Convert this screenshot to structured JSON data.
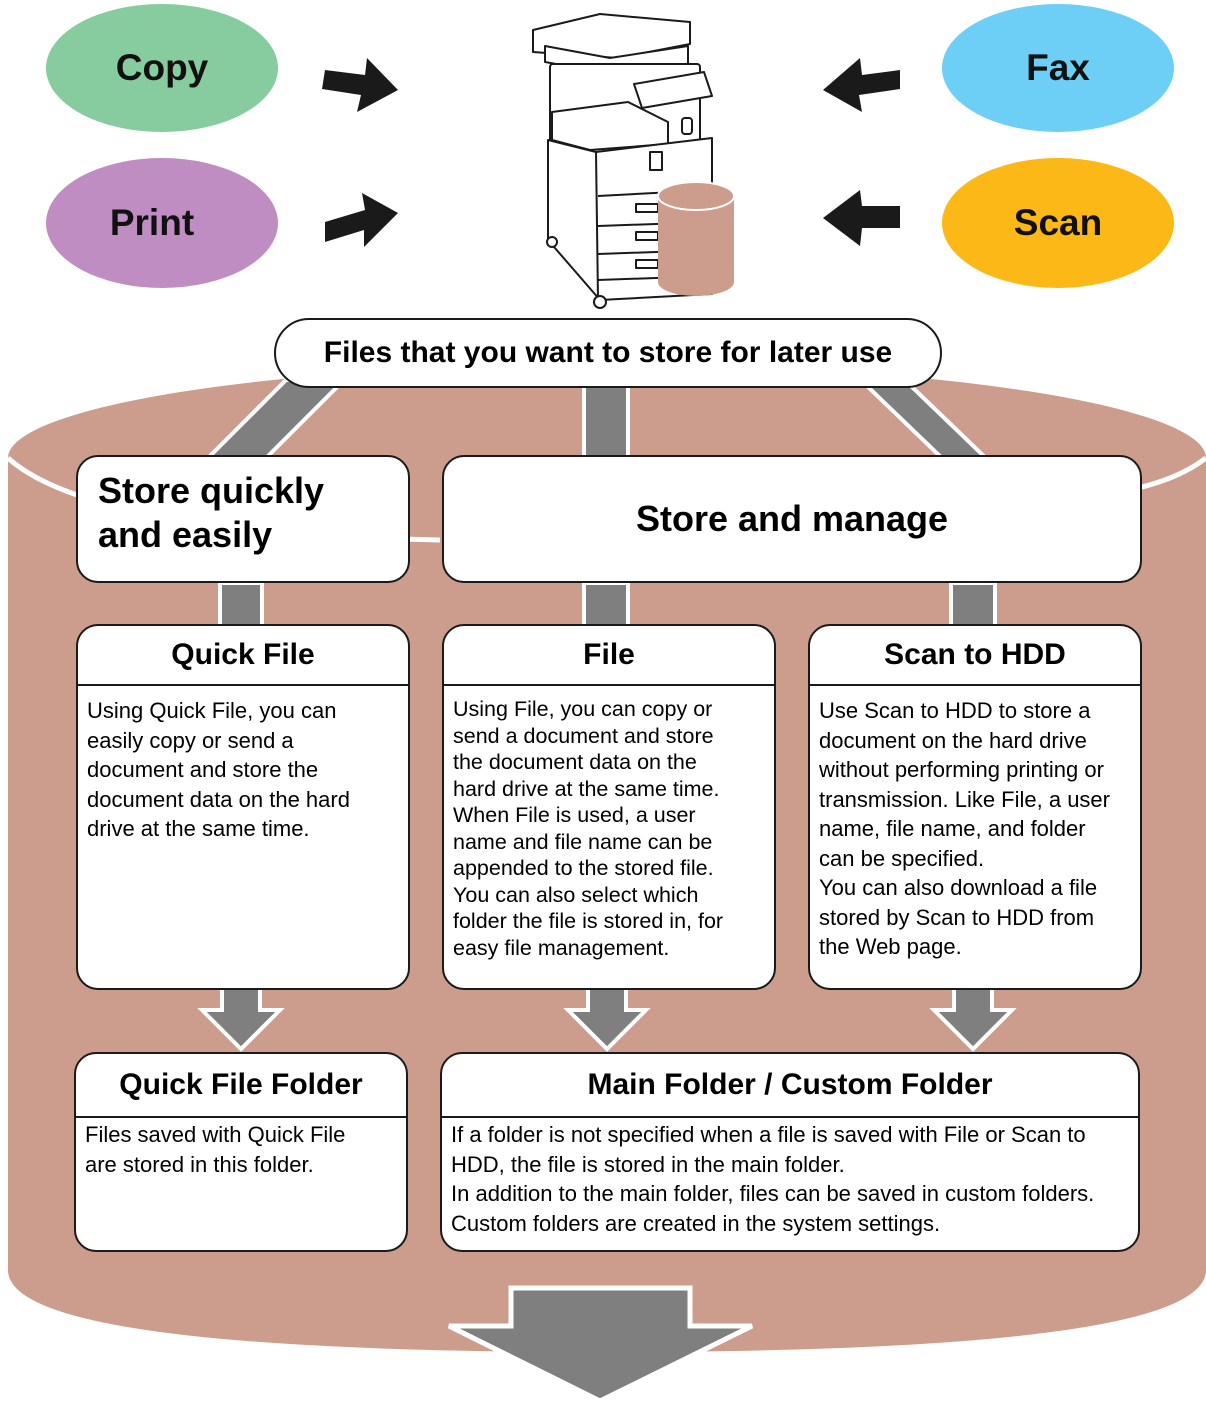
{
  "colors": {
    "copy": "#86cc9e",
    "print": "#bf8dc2",
    "fax": "#6dcff6",
    "scan": "#fbb817",
    "cylinder": "#cc9c8c",
    "connector": "#7f7f7f"
  },
  "sources": [
    {
      "label": "Copy"
    },
    {
      "label": "Print"
    },
    {
      "label": "Fax"
    },
    {
      "label": "Scan"
    }
  ],
  "device": {
    "icon": "multifunction-printer-icon"
  },
  "header": {
    "label": "Files that you want to store for later use"
  },
  "categories": {
    "quick": "Store quickly and easily",
    "manage": "Store and manage"
  },
  "modes": [
    {
      "title": "Quick File",
      "lines": [
        "Using Quick File, you can",
        "easily copy or send a",
        "document and store the",
        "document data on the hard",
        "drive at the same time."
      ]
    },
    {
      "title": "File",
      "lines": [
        "Using File, you can copy or",
        "send a document and store",
        "the document data on the",
        "hard drive at the same time.",
        "When File is used, a user",
        "name and file name can be",
        "appended to the stored file.",
        "You can also select which",
        "folder the file is stored in, for",
        "easy file management."
      ]
    },
    {
      "title": "Scan to HDD",
      "lines": [
        "Use Scan to HDD to store a",
        "document on the hard drive",
        "without performing printing or",
        "transmission. Like File, a user",
        "name, file name, and folder",
        "can be specified.",
        "You can also download a file",
        "stored by Scan to HDD from",
        "the Web page."
      ]
    }
  ],
  "folders": [
    {
      "title": "Quick File Folder",
      "lines": [
        "Files saved with Quick File",
        "are stored in this folder."
      ]
    },
    {
      "title": "Main Folder / Custom Folder",
      "lines": [
        "If a folder is not specified when a file is saved with File or Scan to",
        "HDD, the file is stored in the main folder.",
        "In addition to the main folder, files can be saved in custom folders.",
        "Custom folders are created in the system settings."
      ]
    }
  ]
}
